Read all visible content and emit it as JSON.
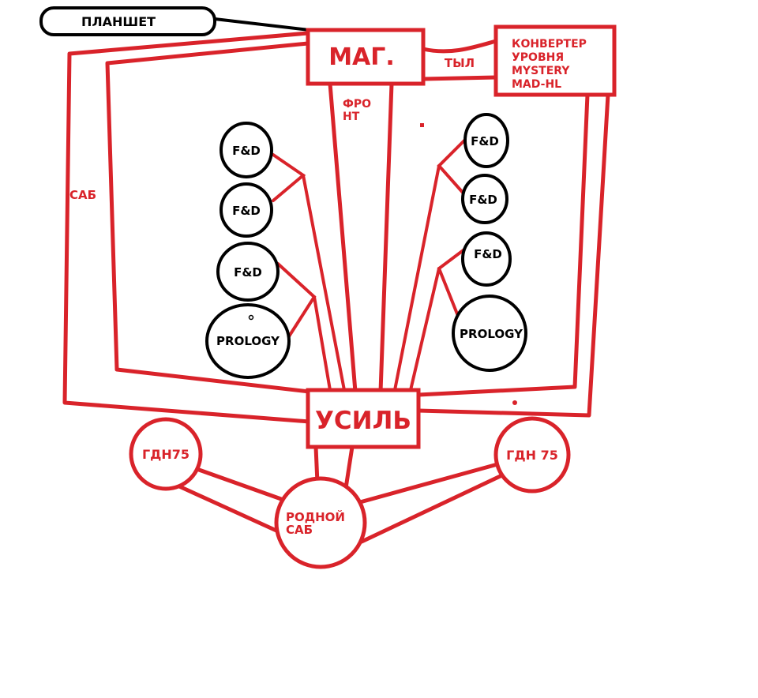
{
  "colors": {
    "wire": "#d9232a",
    "outline": "#000000",
    "background": "#ffffff"
  },
  "labels": {
    "tablet": "ПЛАНШЕТ",
    "head_unit": "МАГ.",
    "rear": "ТЫЛ",
    "converter": [
      "КОНВЕРТЕР",
      "УРОВНЯ",
      "MYSTERY",
      "MAD-HL"
    ],
    "front": [
      "ФРО",
      "НТ"
    ],
    "sub": "САБ",
    "amplifier": "УСИЛЬ",
    "gdn_left": "ГДН75",
    "gdn_right": "ГДН 75",
    "stock_sub": [
      "РОДНОЙ",
      "САБ"
    ]
  },
  "speakers": {
    "left": [
      "F&D",
      "F&D",
      "F&D",
      "PROLOGY"
    ],
    "right": [
      "F&D",
      "F&D",
      "F&D",
      "PROLOGY"
    ]
  }
}
